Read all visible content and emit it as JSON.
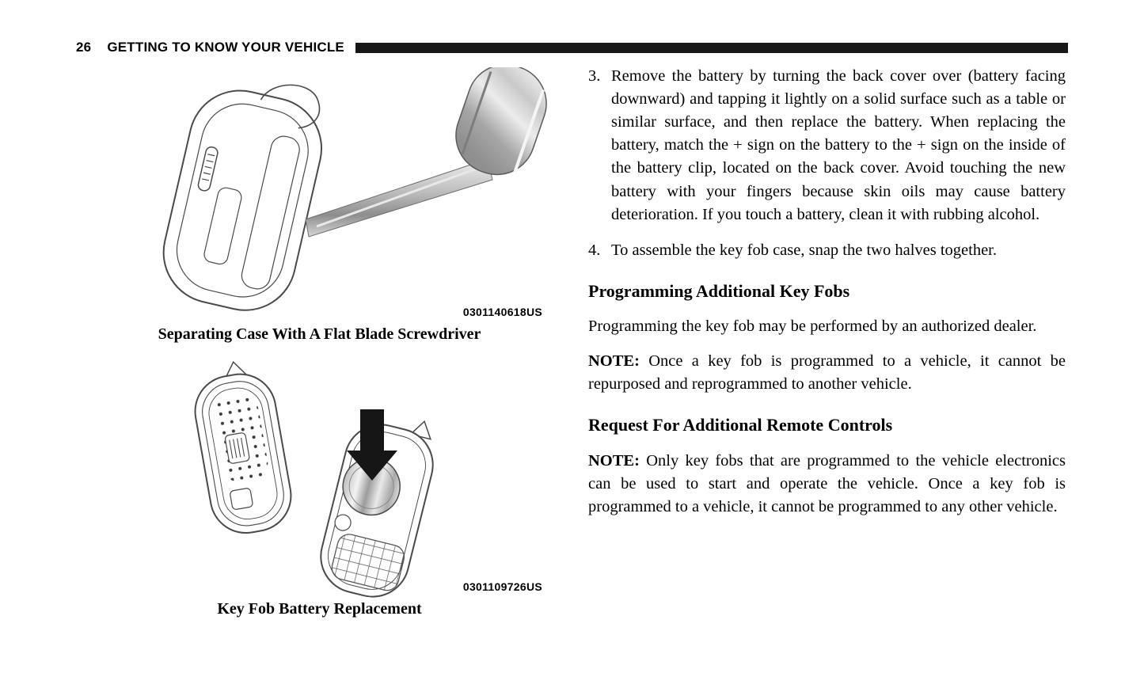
{
  "header": {
    "page_number": "26",
    "title": "GETTING TO KNOW YOUR VEHICLE"
  },
  "figures": [
    {
      "code": "0301140618US",
      "caption": "Separating Case With A Flat Blade Screwdriver"
    },
    {
      "code": "0301109726US",
      "caption": "Key Fob Battery Replacement"
    }
  ],
  "steps": [
    {
      "number": "3.",
      "text": "Remove the battery by turning the back cover over (battery facing downward) and tapping it lightly on a solid surface such as a table or similar surface, and then replace the battery. When replacing the battery, match the + sign on the battery to the + sign on the inside of the battery clip, located on the back cover. Avoid touching the new battery with your fingers because skin oils may cause battery deterioration. If you touch a battery, clean it with rubbing alcohol."
    },
    {
      "number": "4.",
      "text": "To assemble the key fob case, snap the two halves together."
    }
  ],
  "sections": [
    {
      "heading": "Programming Additional Key Fobs",
      "body": "Programming the key fob may be performed by an authorized dealer.",
      "note_label": "NOTE:",
      "note_text": "Once a key fob is programmed to a vehicle, it cannot be repurposed and reprogrammed to another vehicle."
    },
    {
      "heading": "Request For Additional Remote Controls",
      "note_label": "NOTE:",
      "note_text": "Only key fobs that are programmed to the vehicle electronics can be used to start and operate the vehicle. Once a key fob is programmed to a vehicle, it cannot be programmed to any other vehicle."
    }
  ]
}
